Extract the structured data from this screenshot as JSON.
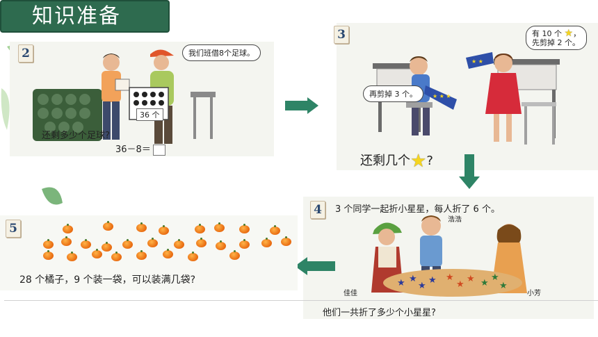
{
  "header": {
    "title": "知识准备"
  },
  "panel2": {
    "number": "2",
    "speech": "我们班借8个足球。",
    "box_label": "36 个",
    "question": "还剩多少个足球?",
    "equation": "36－8＝"
  },
  "panel3": {
    "number": "3",
    "speech_right_line1": "有 10 个",
    "speech_right_line2": "先剪掉 2 个。",
    "speech_left": "再剪掉 3 个。",
    "question": "还剩几个",
    "question_mark": "?"
  },
  "panel4": {
    "number": "4",
    "problem": "3 个同学一起折小星星，每人折了 6 个。",
    "name_left": "佳佳",
    "name_center": "浩浩",
    "name_right": "小芳",
    "question": "他们一共折了多少个小星星?"
  },
  "panel5": {
    "number": "5",
    "question": "28 个橘子，9 个装一袋，可以装满几袋?"
  },
  "colors": {
    "banner": "#2e6b4f",
    "arrow": "#2e8466",
    "star": "#f5d520",
    "orange": "#e86a10"
  }
}
